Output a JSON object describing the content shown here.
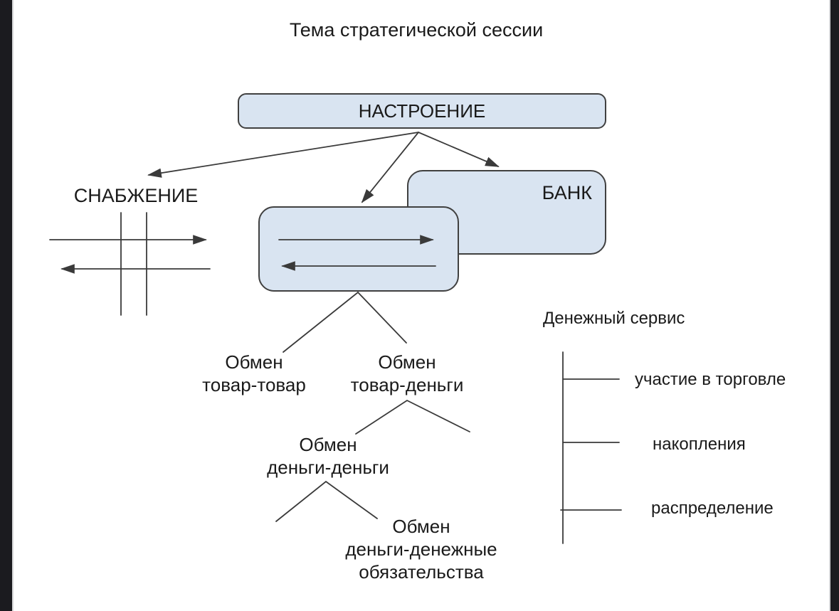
{
  "frame": {
    "left_bar_color": "#1b1b1f",
    "right_bar_color": "#1b1b1f",
    "canvas_bg": "#ffffff"
  },
  "palette": {
    "node_fill": "#d9e4f1",
    "node_border": "#404040",
    "connector": "#3a3a3a",
    "text": "#1a1a1a"
  },
  "title": "Тема стратегической сессии",
  "nodes": {
    "mood": "НАСТРОЕНИЕ",
    "supply": "СНАБЖЕНИЕ",
    "bank": "БАНК",
    "exchange_goods_goods": [
      "Обмен",
      "товар-товар"
    ],
    "exchange_goods_money": [
      "Обмен",
      "товар-деньги"
    ],
    "exchange_money_money": [
      "Обмен",
      "деньги-деньги"
    ],
    "exchange_money_obligations": [
      "Обмен",
      "деньги-денежные",
      "обязательства"
    ]
  },
  "money_service": {
    "title": "Денежный сервис",
    "items": [
      "участие в торговле",
      "накопления",
      "распределение"
    ]
  }
}
